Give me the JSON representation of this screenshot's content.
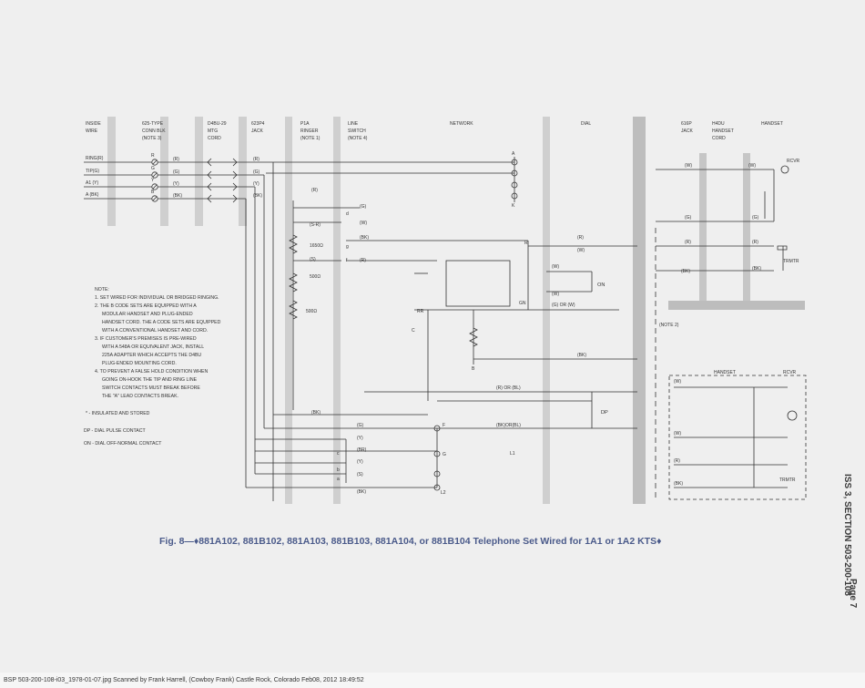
{
  "header": {
    "inside_wire": [
      "INSIDE",
      "WIRE"
    ],
    "conn_blk": [
      "625-TYPE",
      "CONN BLK",
      "(NOTE 3)"
    ],
    "mtg_cord": [
      "D4BU-29",
      "MTG",
      "CORD"
    ],
    "jack": [
      "623P4",
      "JACK"
    ],
    "ringer": [
      "P1A",
      "RINGER",
      "(NOTE 1)"
    ],
    "switch": [
      "LINE",
      "SWITCH",
      "(NOTE 4)"
    ],
    "network": "NETWORK",
    "dial": "DIAL",
    "hs_jack": [
      "616P",
      "JACK"
    ],
    "hs_cord": [
      "H4DU",
      "HANDSET",
      "CORD"
    ],
    "handset": "HANDSET"
  },
  "wires": {
    "ring": "RING(R)",
    "tip": "TIP(G)",
    "a1": "A1 (Y)",
    "a": "A (BK)",
    "r1": "R",
    "g1": "G",
    "y1": "Y",
    "b1": "B",
    "cr": "(R)",
    "cg": "(G)",
    "cy": "(Y)",
    "cbk": "(BK)"
  },
  "ringer": {
    "r": "(R)",
    "g": "(G)",
    "sr": "(S-R)",
    "w": "(W)",
    "bk": "(BK)",
    "s": "(S)",
    "r2": "(R)",
    "res1650": "1650Ω",
    "res500a": "500Ω",
    "res500b": "500Ω",
    "bk2": "(BK)",
    "d": "d",
    "g_letter": "g",
    "f_letter": "f"
  },
  "network": {
    "A": "A",
    "K": "K",
    "R": "R",
    "RR": "RR",
    "C": "C",
    "B": "B",
    "GN": "GN",
    "r": "(R)",
    "w1": "(W)",
    "w2": "(W)",
    "w3": "(W)",
    "on": "ON",
    "g_or_w": "(G) OR (W)",
    "bk": "(BK)",
    "r_or_bl": "(R) OR (BL)",
    "dp": "DP",
    "bk_or_bl": "(BK)OR(BL)",
    "l1": "L1",
    "l2": "L2",
    "F": "F",
    "G": "G",
    "note2": "(NOTE 2)"
  },
  "switch_bottom": {
    "g": "(G)",
    "y": "(Y)",
    "br": "(BR)",
    "y2": "(Y)",
    "s": "(S)",
    "bk": "(BK)",
    "c": "c",
    "b": "b",
    "a": "a"
  },
  "handset1": {
    "w1": "(W)",
    "w2": "(W)",
    "g1": "(G)",
    "g2": "(G)",
    "r1": "(R)",
    "r2": "(R)",
    "bk1": "(BK)",
    "bk2": "(BK)",
    "rcvr": "RCVR",
    "trmtr": "TRMTR"
  },
  "handset2": {
    "title": "HANDSET",
    "rcvr": "RCVR",
    "trmtr": "TRMTR",
    "w1": "(W)",
    "w2": "(W)",
    "r": "(R)",
    "bk": "(BK)"
  },
  "notes": {
    "title": "NOTE:",
    "lines": [
      "1. SET WIRED FOR INDIVIDUAL OR BRIDGED RINGING.",
      "2. THE B CODE SETS ARE EQUIPPED WITH A",
      "MODULAR HANDSET AND PLUG-ENDED",
      "HANDSET CORD. THE A CODE SETS ARE EQUIPPED",
      "WITH A CONVENTIONAL HANDSET AND CORD.",
      "3. IF CUSTOMER'S PREMISES IS PRE-WIRED",
      "WITH A 548A OR EQUIVALENT JACK, INSTALL",
      "225A ADAPTER WHICH ACCEPTS THE D4BU",
      "PLUG-ENDED MOUNTING CORD.",
      "4. TO PREVENT A FALSE HOLD CONDITION WHEN",
      "GOING ON-HOOK THE TIP AND RING LINE",
      "SWITCH CONTACTS MUST BREAK BEFORE",
      "THE \"A\" LEAD CONTACTS BREAK."
    ],
    "insulated": "* - INSULATED AND STORED",
    "dp": "DP - DIAL PULSE CONTACT",
    "on": "ON - DIAL OFF-NORMAL CONTACT"
  },
  "caption": "Fig. 8—♦881A102, 881B102, 881A103, 881B103, 881A104, or 881B104 Telephone Set Wired for 1A1 or 1A2 KTS♦",
  "side_label": "ISS 3, SECTION 503-200-108",
  "page_label": "Page 7",
  "footer": "BSP 503-200-108-i03_1978-01-07.jpg  Scanned by Frank Harrell, (Cowboy Frank) Castle Rock, Colorado  Feb08, 2012 18:49:52"
}
